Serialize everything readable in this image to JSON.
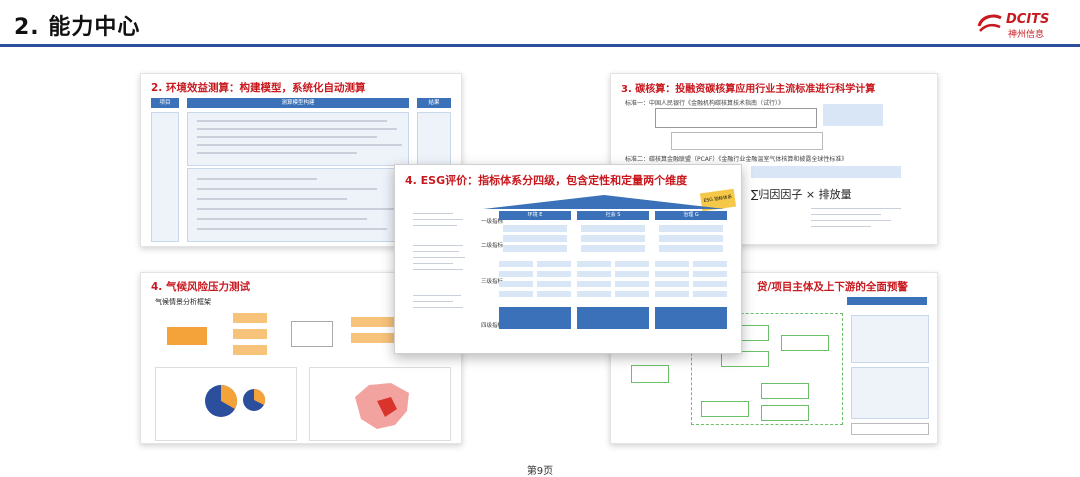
{
  "header": {
    "title": "2. 能力中心"
  },
  "logo": {
    "brand": "DCITS",
    "sub": "神州信息",
    "accent": "#c8191f"
  },
  "accent": "#2b4f9c",
  "cards": {
    "c2": {
      "title": "2. 环境效益测算：构建模型，系统化自动测算",
      "h1": "项目",
      "h2": "测算模型构建",
      "h3": "结果"
    },
    "c3": {
      "title": "3. 碳核算：投融资碳核算应用行业主流标准进行科学计算",
      "l1": "标准一：中国人民银行《金融机构碳核算技术指南（试行）》",
      "l2": "标准二：碳核算金融联盟（PCAF）《金融行业金融温室气体核算和披露全球性标准》",
      "formula": "∑归因因子 × 排放量"
    },
    "c4": {
      "title": "4. 气候风险压力测试",
      "sub": "气候情景分析框架"
    },
    "c5": {
      "title": "贷/项目主体及上下游的全面预警"
    },
    "c6": {
      "title": "4. ESG评价：指标体系分四级，包含定性和定量两个维度",
      "tag": "ESG 指标体系",
      "left": [
        "一级指标",
        "二级指标",
        "三级指标",
        "四级指标"
      ],
      "cols": [
        "环境 E",
        "社会 S",
        "治理 G"
      ]
    }
  },
  "footer": {
    "page": "第9页"
  }
}
